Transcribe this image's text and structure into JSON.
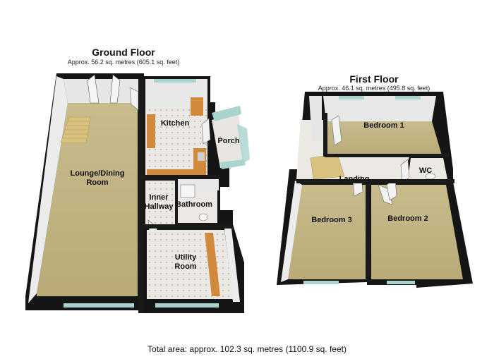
{
  "ground_floor": {
    "title": "Ground Floor",
    "area": "Approx. 56.2 sq. metres (605.1 sq. feet)",
    "rooms": {
      "lounge_l1": "Lounge/Dining",
      "lounge_l2": "Room",
      "kitchen": "Kitchen",
      "porch": "Porch",
      "inner_l1": "Inner",
      "inner_l2": "Hallway",
      "bathroom": "Bathroom",
      "utility_l1": "Utility",
      "utility_l2": "Room"
    }
  },
  "first_floor": {
    "title": "First Floor",
    "area": "Approx. 46.1 sq. metres (495.8 sq. feet)",
    "rooms": {
      "bedroom1": "Bedroom 1",
      "landing": "Landing",
      "wc": "WC",
      "bedroom3": "Bedroom 3",
      "bedroom2": "Bedroom 2"
    }
  },
  "total_area": "Total area: approx. 102.3 sq. metres (1100.9 sq. feet)",
  "colors": {
    "carpet": "#cbbd8e",
    "tile": "#e9e6e1",
    "wall": "#111111",
    "inner_wall": "#f2f2f2",
    "counter": "#d18a3c",
    "glass": "#a9d3cf"
  }
}
